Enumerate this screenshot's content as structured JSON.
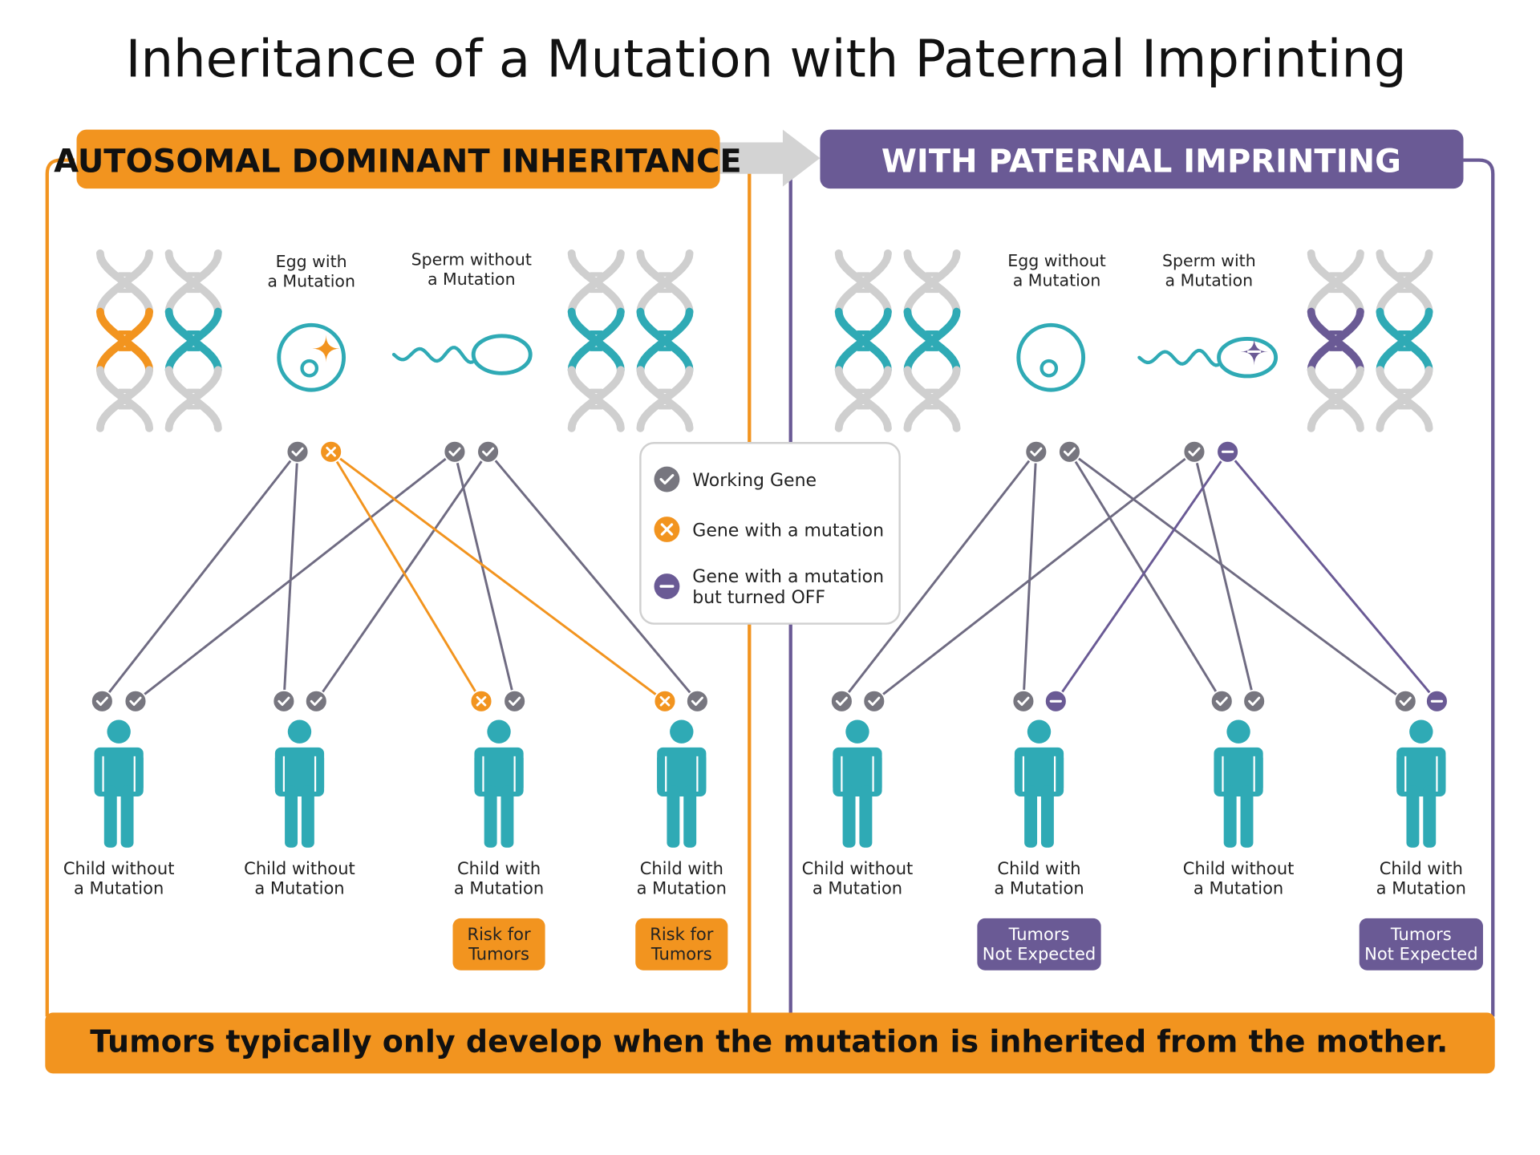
{
  "title": "Inheritance of a Mutation with Paternal Imprinting",
  "colors": {
    "orange": "#F2941F",
    "purple": "#6A5A95",
    "teal": "#2FAAB5",
    "gray_dna": "#CFCFCF",
    "gray_dot": "#77767F",
    "line_gray": "#6F6B82"
  },
  "left_panel": {
    "header": "AUTOSOMAL DOMINANT INHERITANCE",
    "egg_label": [
      "Egg with",
      "a Mutation"
    ],
    "sperm_label": [
      "Sperm without",
      "a Mutation"
    ],
    "children": [
      {
        "label": [
          "Child without",
          "a Mutation"
        ],
        "badge": null
      },
      {
        "label": [
          "Child without",
          "a Mutation"
        ],
        "badge": null
      },
      {
        "label": [
          "Child with",
          "a Mutation"
        ],
        "badge": [
          "Risk for",
          "Tumors"
        ]
      },
      {
        "label": [
          "Child with",
          "a Mutation"
        ],
        "badge": [
          "Risk for",
          "Tumors"
        ]
      }
    ]
  },
  "right_panel": {
    "header": "WITH PATERNAL IMPRINTING",
    "egg_label": [
      "Egg without",
      "a Mutation"
    ],
    "sperm_label": [
      "Sperm with",
      "a Mutation"
    ],
    "children": [
      {
        "label": [
          "Child without",
          "a Mutation"
        ],
        "badge": null
      },
      {
        "label": [
          "Child with",
          "a Mutation"
        ],
        "badge": [
          "Tumors",
          "Not Expected"
        ]
      },
      {
        "label": [
          "Child without",
          "a Mutation"
        ],
        "badge": null
      },
      {
        "label": [
          "Child with",
          "a Mutation"
        ],
        "badge": [
          "Tumors",
          "Not Expected"
        ]
      }
    ]
  },
  "legend": [
    {
      "icon": "check-icon",
      "label": [
        "Working Gene"
      ]
    },
    {
      "icon": "x-icon",
      "label": [
        "Gene with a mutation"
      ]
    },
    {
      "icon": "minus-icon",
      "label": [
        "Gene with a mutation",
        "but turned OFF"
      ]
    }
  ],
  "footer": "Tumors typically only develop when the mutation is inherited from the mother."
}
